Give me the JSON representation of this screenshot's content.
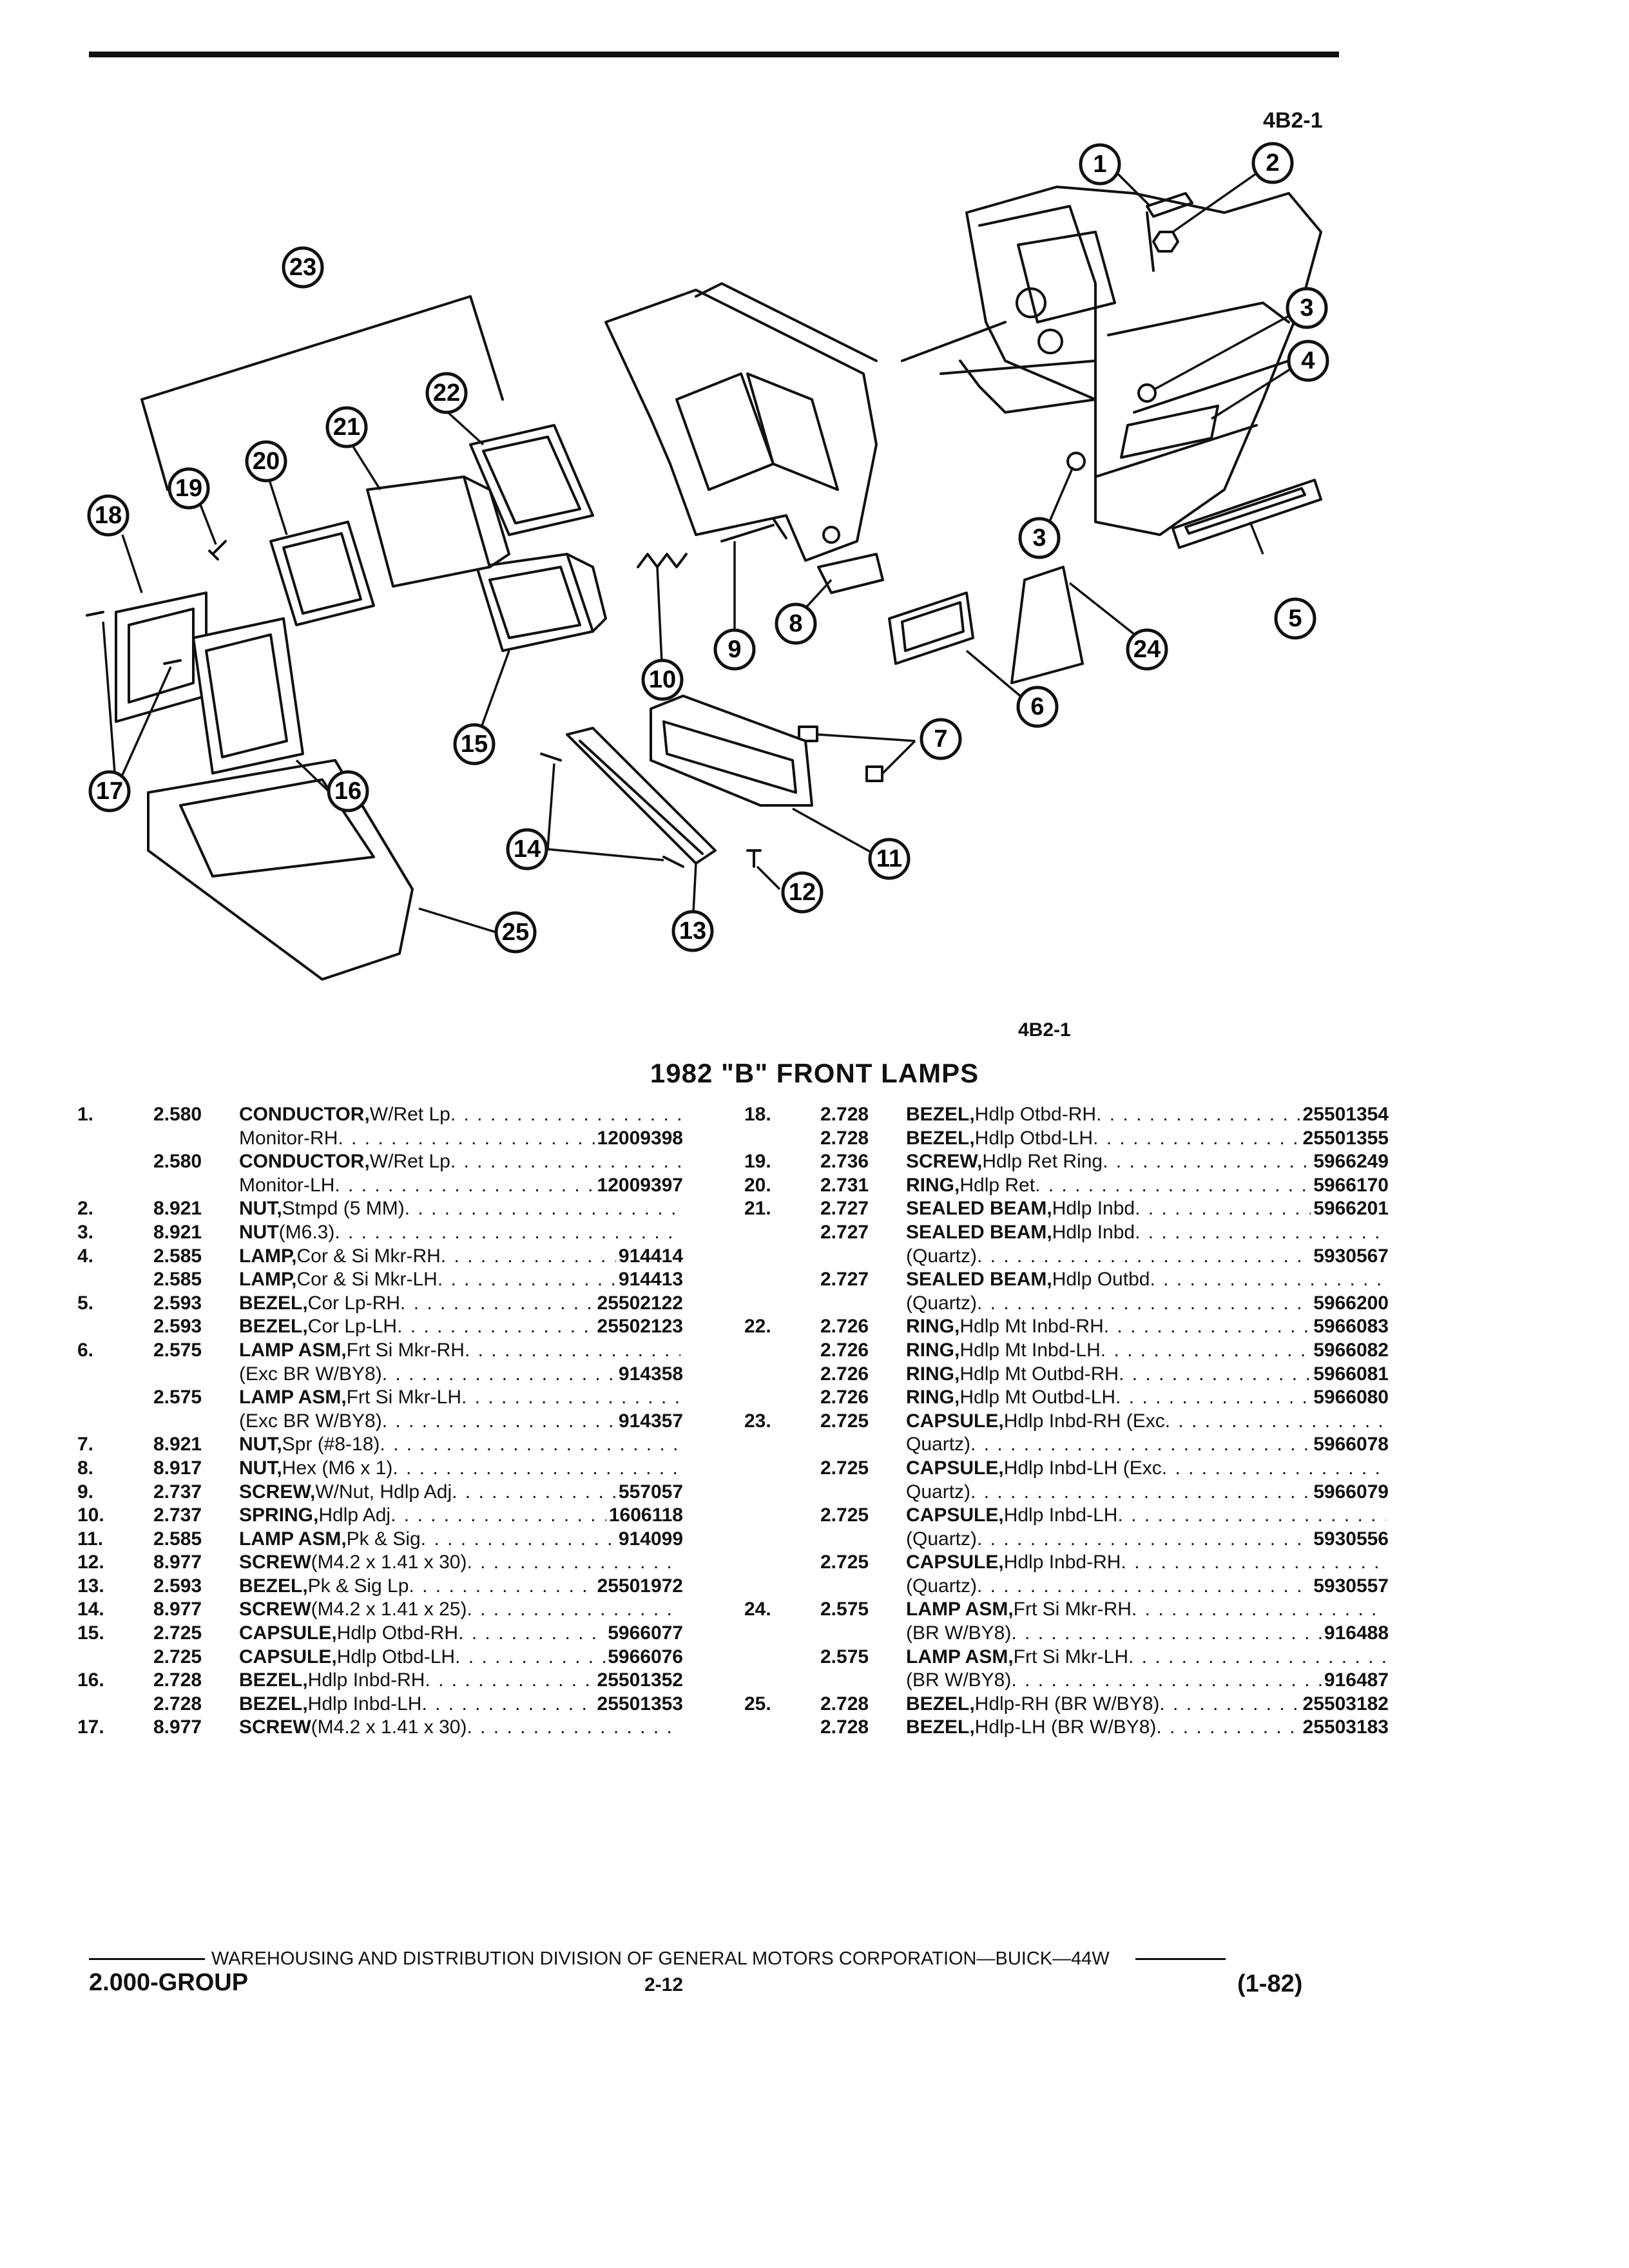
{
  "header": {
    "ref_top": "4B2-1"
  },
  "figure": {
    "ref_bottom": "4B2-1"
  },
  "title": "1982 \"B\" FRONT LAMPS",
  "callouts": {
    "c1": "1",
    "c2": "2",
    "c3a": "3",
    "c3b": "3",
    "c4": "4",
    "c5": "5",
    "c6": "6",
    "c7": "7",
    "c8": "8",
    "c9": "9",
    "c10": "10",
    "c11": "11",
    "c12": "12",
    "c13": "13",
    "c14": "14",
    "c15": "15",
    "c16": "16",
    "c17": "17",
    "c18": "18",
    "c19": "19",
    "c20": "20",
    "c21": "21",
    "c22": "22",
    "c23": "23",
    "c24": "24",
    "c25": "25"
  },
  "parts_left": [
    {
      "idx": "1.",
      "grp": "2.580",
      "name": "CONDUCTOR,",
      "rest": " W/Ret Lp",
      "pn": ""
    },
    {
      "idx": "",
      "grp": "",
      "name": "",
      "rest": "Monitor-RH",
      "pn": "12009398"
    },
    {
      "idx": "",
      "grp": "2.580",
      "name": "CONDUCTOR,",
      "rest": " W/Ret Lp",
      "pn": ""
    },
    {
      "idx": "",
      "grp": "",
      "name": "",
      "rest": "Monitor-LH",
      "pn": "12009397"
    },
    {
      "idx": "2.",
      "grp": "8.921",
      "name": "NUT,",
      "rest": " Stmpd (5 MM)",
      "pn": ""
    },
    {
      "idx": "3.",
      "grp": "8.921",
      "name": "NUT",
      "rest": " (M6.3)",
      "pn": ""
    },
    {
      "idx": "4.",
      "grp": "2.585",
      "name": "LAMP,",
      "rest": " Cor & Si Mkr-RH",
      "pn": "914414"
    },
    {
      "idx": "",
      "grp": "2.585",
      "name": "LAMP,",
      "rest": " Cor & Si Mkr-LH",
      "pn": "914413"
    },
    {
      "idx": "5.",
      "grp": "2.593",
      "name": "BEZEL,",
      "rest": " Cor Lp-RH",
      "pn": "25502122"
    },
    {
      "idx": "",
      "grp": "2.593",
      "name": "BEZEL,",
      "rest": " Cor Lp-LH",
      "pn": "25502123"
    },
    {
      "idx": "6.",
      "grp": "2.575",
      "name": "LAMP ASM,",
      "rest": " Frt Si Mkr-RH",
      "pn": ""
    },
    {
      "idx": "",
      "grp": "",
      "name": "",
      "rest": "(Exc BR W/BY8)",
      "pn": "914358"
    },
    {
      "idx": "",
      "grp": "2.575",
      "name": "LAMP ASM,",
      "rest": " Frt Si Mkr-LH",
      "pn": ""
    },
    {
      "idx": "",
      "grp": "",
      "name": "",
      "rest": "(Exc BR W/BY8)",
      "pn": "914357"
    },
    {
      "idx": "7.",
      "grp": "8.921",
      "name": "NUT,",
      "rest": " Spr (#8-18)",
      "pn": ""
    },
    {
      "idx": "8.",
      "grp": "8.917",
      "name": "NUT,",
      "rest": " Hex (M6 x 1)",
      "pn": ""
    },
    {
      "idx": "9.",
      "grp": "2.737",
      "name": "SCREW,",
      "rest": " W/Nut, Hdlp Adj",
      "pn": "557057"
    },
    {
      "idx": "10.",
      "grp": "2.737",
      "name": "SPRING,",
      "rest": " Hdlp Adj",
      "pn": "1606118"
    },
    {
      "idx": "11.",
      "grp": "2.585",
      "name": "LAMP ASM,",
      "rest": " Pk & Sig",
      "pn": "914099"
    },
    {
      "idx": "12.",
      "grp": "8.977",
      "name": "SCREW",
      "rest": " (M4.2 x 1.41 x 30)",
      "pn": ""
    },
    {
      "idx": "13.",
      "grp": "2.593",
      "name": "BEZEL,",
      "rest": " Pk & Sig Lp",
      "pn": "25501972"
    },
    {
      "idx": "14.",
      "grp": "8.977",
      "name": "SCREW",
      "rest": " (M4.2 x 1.41 x 25)",
      "pn": ""
    },
    {
      "idx": "15.",
      "grp": "2.725",
      "name": "CAPSULE,",
      "rest": " Hdlp Otbd-RH",
      "pn": "5966077"
    },
    {
      "idx": "",
      "grp": "2.725",
      "name": "CAPSULE,",
      "rest": " Hdlp Otbd-LH",
      "pn": "5966076"
    },
    {
      "idx": "16.",
      "grp": "2.728",
      "name": "BEZEL,",
      "rest": " Hdlp Inbd-RH",
      "pn": "25501352"
    },
    {
      "idx": "",
      "grp": "2.728",
      "name": "BEZEL,",
      "rest": " Hdlp Inbd-LH",
      "pn": "25501353"
    },
    {
      "idx": "17.",
      "grp": "8.977",
      "name": "SCREW",
      "rest": " (M4.2 x 1.41 x 30)",
      "pn": ""
    }
  ],
  "parts_right": [
    {
      "idx": "18.",
      "grp": "2.728",
      "name": "BEZEL,",
      "rest": " Hdlp Otbd-RH",
      "pn": "25501354"
    },
    {
      "idx": "",
      "grp": "2.728",
      "name": "BEZEL,",
      "rest": " Hdlp Otbd-LH",
      "pn": "25501355"
    },
    {
      "idx": "19.",
      "grp": "2.736",
      "name": "SCREW,",
      "rest": " Hdlp Ret Ring",
      "pn": "5966249"
    },
    {
      "idx": "20.",
      "grp": "2.731",
      "name": "RING,",
      "rest": " Hdlp Ret",
      "pn": "5966170"
    },
    {
      "idx": "21.",
      "grp": "2.727",
      "name": "SEALED BEAM,",
      "rest": " Hdlp Inbd",
      "pn": "5966201"
    },
    {
      "idx": "",
      "grp": "2.727",
      "name": "SEALED BEAM,",
      "rest": " Hdlp Inbd",
      "pn": ""
    },
    {
      "idx": "",
      "grp": "",
      "name": "",
      "rest": "(Quartz)",
      "pn": "5930567"
    },
    {
      "idx": "",
      "grp": "2.727",
      "name": "SEALED BEAM,",
      "rest": " Hdlp Outbd",
      "pn": ""
    },
    {
      "idx": "",
      "grp": "",
      "name": "",
      "rest": "(Quartz)",
      "pn": "5966200"
    },
    {
      "idx": "22.",
      "grp": "2.726",
      "name": "RING,",
      "rest": " Hdlp Mt Inbd-RH",
      "pn": "5966083"
    },
    {
      "idx": "",
      "grp": "2.726",
      "name": "RING,",
      "rest": " Hdlp Mt Inbd-LH",
      "pn": "5966082"
    },
    {
      "idx": "",
      "grp": "2.726",
      "name": "RING,",
      "rest": " Hdlp Mt Outbd-RH",
      "pn": "5966081"
    },
    {
      "idx": "",
      "grp": "2.726",
      "name": "RING,",
      "rest": " Hdlp Mt Outbd-LH",
      "pn": "5966080"
    },
    {
      "idx": "23.",
      "grp": "2.725",
      "name": "CAPSULE,",
      "rest": " Hdlp Inbd-RH (Exc",
      "pn": ""
    },
    {
      "idx": "",
      "grp": "",
      "name": "",
      "rest": "Quartz)",
      "pn": "5966078"
    },
    {
      "idx": "",
      "grp": "2.725",
      "name": "CAPSULE,",
      "rest": " Hdlp Inbd-LH (Exc",
      "pn": ""
    },
    {
      "idx": "",
      "grp": "",
      "name": "",
      "rest": "Quartz)",
      "pn": "5966079"
    },
    {
      "idx": "",
      "grp": "2.725",
      "name": "CAPSULE,",
      "rest": " Hdlp Inbd-LH",
      "pn": ""
    },
    {
      "idx": "",
      "grp": "",
      "name": "",
      "rest": "(Quartz)",
      "pn": "5930556"
    },
    {
      "idx": "",
      "grp": "2.725",
      "name": "CAPSULE,",
      "rest": " Hdlp Inbd-RH",
      "pn": ""
    },
    {
      "idx": "",
      "grp": "",
      "name": "",
      "rest": "(Quartz)",
      "pn": "5930557"
    },
    {
      "idx": "24.",
      "grp": "2.575",
      "name": "LAMP ASM,",
      "rest": " Frt Si Mkr-RH",
      "pn": ""
    },
    {
      "idx": "",
      "grp": "",
      "name": "",
      "rest": "(BR W/BY8)",
      "pn": "916488"
    },
    {
      "idx": "",
      "grp": "2.575",
      "name": "LAMP ASM,",
      "rest": " Frt Si Mkr-LH",
      "pn": ""
    },
    {
      "idx": "",
      "grp": "",
      "name": "",
      "rest": "(BR W/BY8)",
      "pn": "916487"
    },
    {
      "idx": "25.",
      "grp": "2.728",
      "name": "BEZEL,",
      "rest": " Hdlp-RH (BR W/BY8)",
      "pn": "25503182"
    },
    {
      "idx": "",
      "grp": "2.728",
      "name": "BEZEL,",
      "rest": " Hdlp-LH (BR W/BY8)",
      "pn": "25503183"
    }
  ],
  "footer": {
    "division": "WAREHOUSING AND DISTRIBUTION DIVISION OF GENERAL MOTORS CORPORATION—BUICK—44W",
    "group": "2.000-GROUP",
    "page": "2-12",
    "date": "(1-82)"
  }
}
